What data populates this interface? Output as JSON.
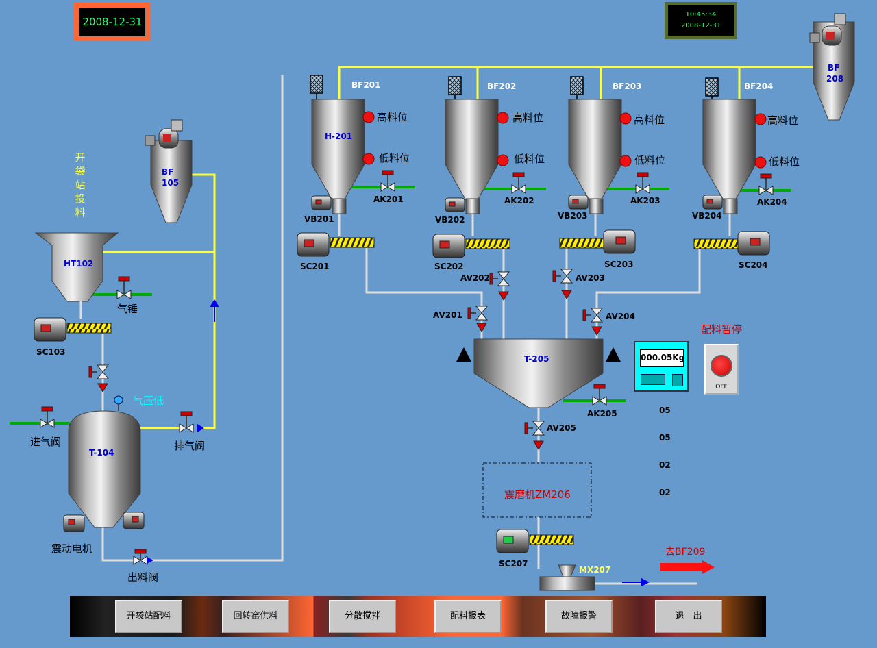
{
  "header": {
    "date_display": "2008-12-31",
    "clock_time": "10:45:34",
    "clock_date": "2008-12-31"
  },
  "left_section": {
    "station_label": "开袋站投料",
    "bf105": [
      "BF",
      "105"
    ],
    "ht102": "HT102",
    "air_hammer": "气锤",
    "sc103": "SC103",
    "air_pressure_low": "气压低",
    "inlet_valve": "进气阀",
    "exhaust_valve": "排气阀",
    "t104": "T-104",
    "vibration_motor": "震动电机",
    "outlet_valve": "出料阀"
  },
  "silos": [
    {
      "bf": "BF201",
      "tank": "H-201",
      "high": "高料位",
      "low": "低料位",
      "ak": "AK201",
      "vb": "VB201",
      "sc": "SC201",
      "av": "AV201"
    },
    {
      "bf": "BF202",
      "tank": "",
      "high": "高料位",
      "low": "低料位",
      "ak": "AK202",
      "vb": "VB202",
      "sc": "SC202",
      "av": "AV202"
    },
    {
      "bf": "BF203",
      "tank": "",
      "high": "高料位",
      "low": "低料位",
      "ak": "AK203",
      "vb": "VB203",
      "sc": "SC203",
      "av": "AV203"
    },
    {
      "bf": "BF204",
      "tank": "",
      "high": "高料位",
      "low": "低料位",
      "ak": "AK204",
      "vb": "VB204",
      "sc": "SC204",
      "av": "AV204"
    }
  ],
  "bf208": [
    "BF",
    "208"
  ],
  "mixer_section": {
    "t205": "T-205",
    "scale_reading": "000.05Kg",
    "pause_label": "配料暂停",
    "pause_state": "OFF",
    "ak205": "AK205",
    "av205": "AV205",
    "mill": "震磨机ZM206",
    "sc207": "SC207",
    "mx207": "MX207",
    "to_bf209": "去BF209"
  },
  "numbers": [
    "05",
    "05",
    "02",
    "02"
  ],
  "toolbar": {
    "buttons": [
      "开袋站配料",
      "回转窑供料",
      "分散搅拌",
      "配料报表",
      "故障报警",
      "退　出"
    ]
  },
  "colors": {
    "background": "#6699cc",
    "pipe_yellow": "#ffff33",
    "pipe_green": "#00aa00",
    "valve_red": "#cc0000",
    "flow_blue": "#0000ee"
  }
}
